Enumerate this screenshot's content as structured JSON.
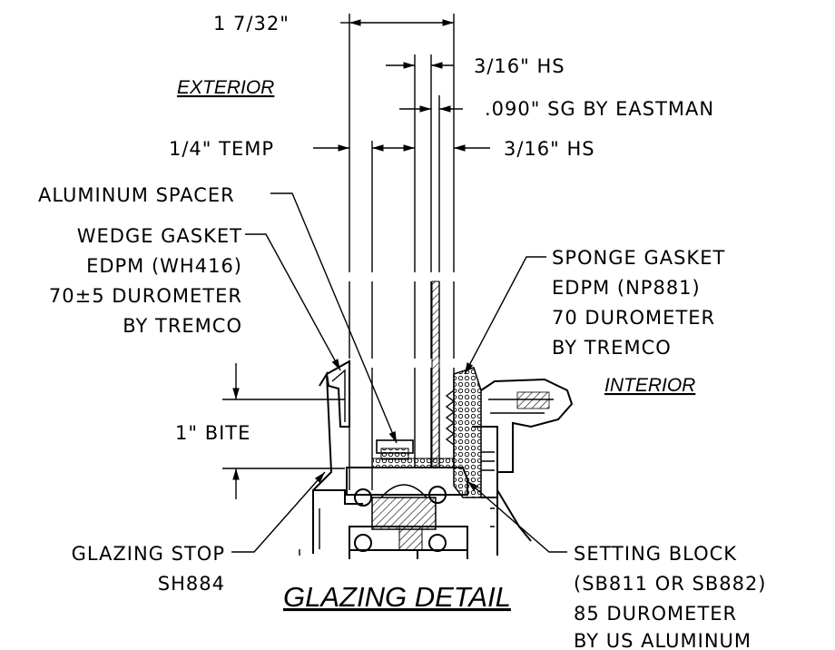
{
  "dimensions": {
    "overall": "1 7/32\"",
    "hs_top": "3/16\" HS",
    "sg": ".090\" SG BY EASTMAN",
    "temp": "1/4\" TEMP",
    "hs_bottom": "3/16\" HS",
    "bite": "1\" BITE"
  },
  "sides": {
    "exterior": "EXTERIOR",
    "interior": "INTERIOR"
  },
  "callouts": {
    "aluminum_spacer": "ALUMINUM SPACER",
    "wedge_gasket": [
      "WEDGE GASKET",
      "EDPM (WH416)",
      "70±5 DUROMETER",
      "BY TREMCO"
    ],
    "sponge_gasket": [
      "SPONGE GASKET",
      "EDPM (NP881)",
      "70 DUROMETER",
      "BY TREMCO"
    ],
    "glazing_stop": [
      "GLAZING STOP",
      "SH884"
    ],
    "setting_block": [
      "SETTING BLOCK",
      "(SB811 OR SB882)",
      "85 DUROMETER",
      "BY US ALUMINUM"
    ]
  },
  "title": "GLAZING DETAIL"
}
